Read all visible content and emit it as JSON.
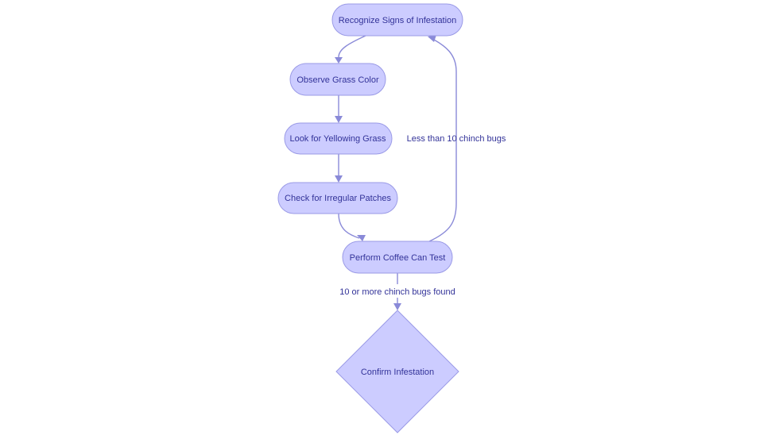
{
  "nodes": {
    "recognize": "Recognize Signs of Infestation",
    "observe": "Observe Grass Color",
    "yellowing": "Look for Yellowing Grass",
    "patches": "Check for Irregular Patches",
    "coffee_test": "Perform Coffee Can Test",
    "confirm": "Confirm Infestation"
  },
  "edges": {
    "less_than_10": "Less than 10 chinch bugs",
    "ten_or_more": "10 or more chinch bugs found"
  },
  "colors": {
    "node_fill": "#ccccff",
    "node_stroke": "#9a9ae6",
    "edge": "#8a8ad8",
    "text": "#333399"
  }
}
